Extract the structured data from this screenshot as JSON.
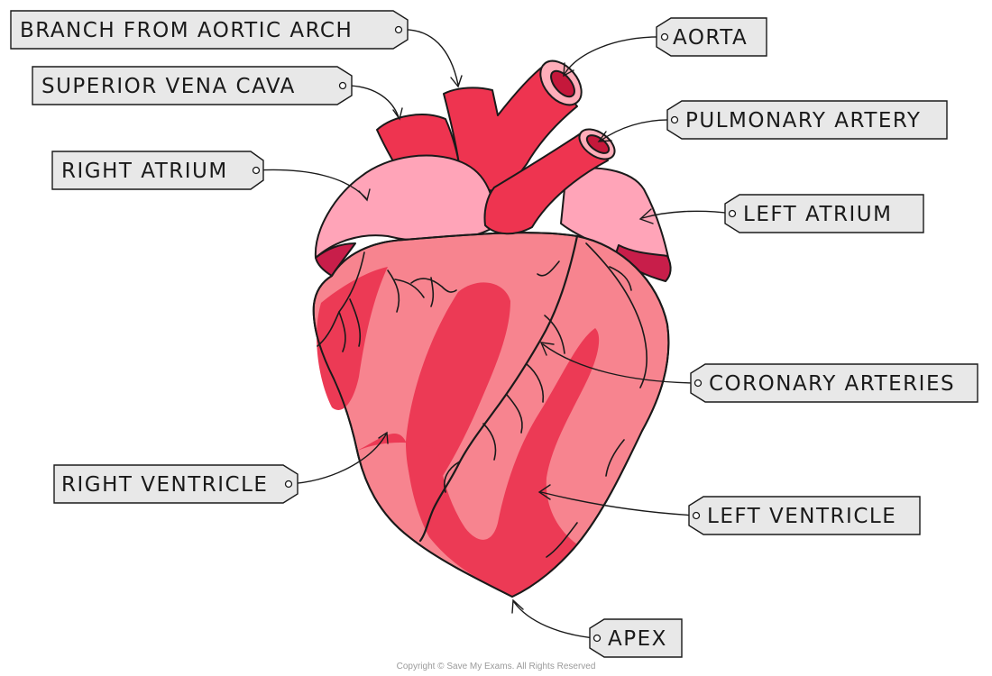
{
  "labels": {
    "branch_from_aortic_arch": "BRANCH FROM AORTIC ARCH",
    "superior_vena_cava": "SUPERIOR VENA CAVA",
    "right_atrium": "RIGHT ATRIUM",
    "right_ventricle": "RIGHT VENTRICLE",
    "aorta": "AORTA",
    "pulmonary_artery": "PULMONARY ARTERY",
    "left_atrium": "LEFT ATRIUM",
    "coronary_arteries": "CORONARY ARTERIES",
    "left_ventricle": "LEFT VENTRICLE",
    "apex": "APEX"
  },
  "copyright": "Copyright © Save My Exams. All Rights Reserved",
  "colors": {
    "heart_body": "#f7848f",
    "heart_dark": "#ec3a55",
    "heart_light": "#ffadb9",
    "atrium": "#ffa4b8",
    "vessel": "#ee3450",
    "outline": "#1a1a1a",
    "tag_fill": "#e8e8e8"
  }
}
